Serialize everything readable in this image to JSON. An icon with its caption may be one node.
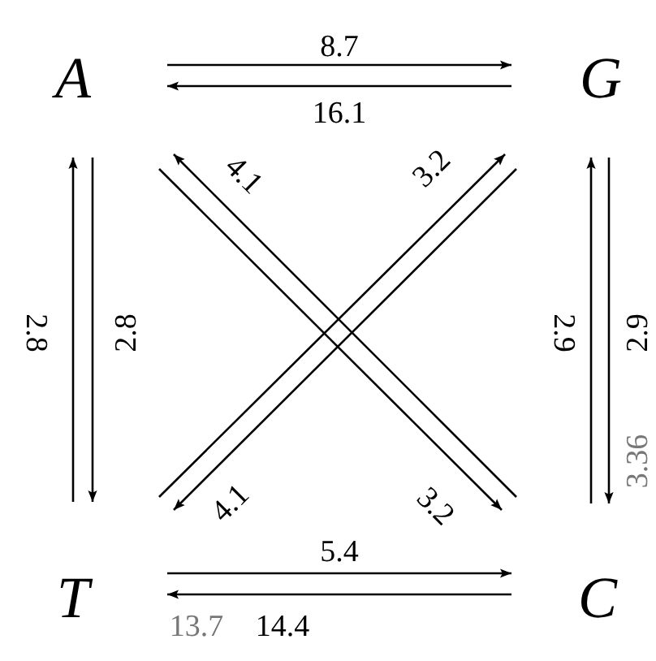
{
  "diagram": {
    "nodes": [
      {
        "text": [
          "A"
        ]
      },
      {
        "text": [
          "G"
        ]
      },
      {
        "text": [
          "T"
        ]
      },
      {
        "text": [
          "C"
        ]
      }
    ],
    "edges": [
      {
        "from": 0,
        "to": 1,
        "arrow": "to",
        "label": "8.7"
      },
      {
        "from": 1,
        "to": 0,
        "arrow": "to",
        "label": "16.1"
      },
      {
        "from": 2,
        "to": 0,
        "arrow": "to",
        "label": "2.8"
      },
      {
        "from": 0,
        "to": 2,
        "arrow": "to",
        "label": "2.8"
      },
      {
        "from": 3,
        "to": 1,
        "arrow": "to",
        "label": "2.9"
      },
      {
        "from": 1,
        "to": 3,
        "arrow": "to",
        "label": "2.9"
      },
      {
        "from": 3,
        "to": 0,
        "arrow": "to",
        "label": "4.1"
      },
      {
        "from": 0,
        "to": 3,
        "arrow": "to",
        "label": "3.2"
      },
      {
        "from": 2,
        "to": 1,
        "arrow": "to",
        "label": "3.2"
      },
      {
        "from": 1,
        "to": 2,
        "arrow": "to",
        "label": "4.1"
      },
      {
        "from": 2,
        "to": 3,
        "arrow": "to",
        "label": "5.4"
      },
      {
        "from": 3,
        "to": 2,
        "arrow": "to",
        "label": "14.4"
      }
    ],
    "labels": [
      "3.36",
      "13.7"
    ]
  }
}
